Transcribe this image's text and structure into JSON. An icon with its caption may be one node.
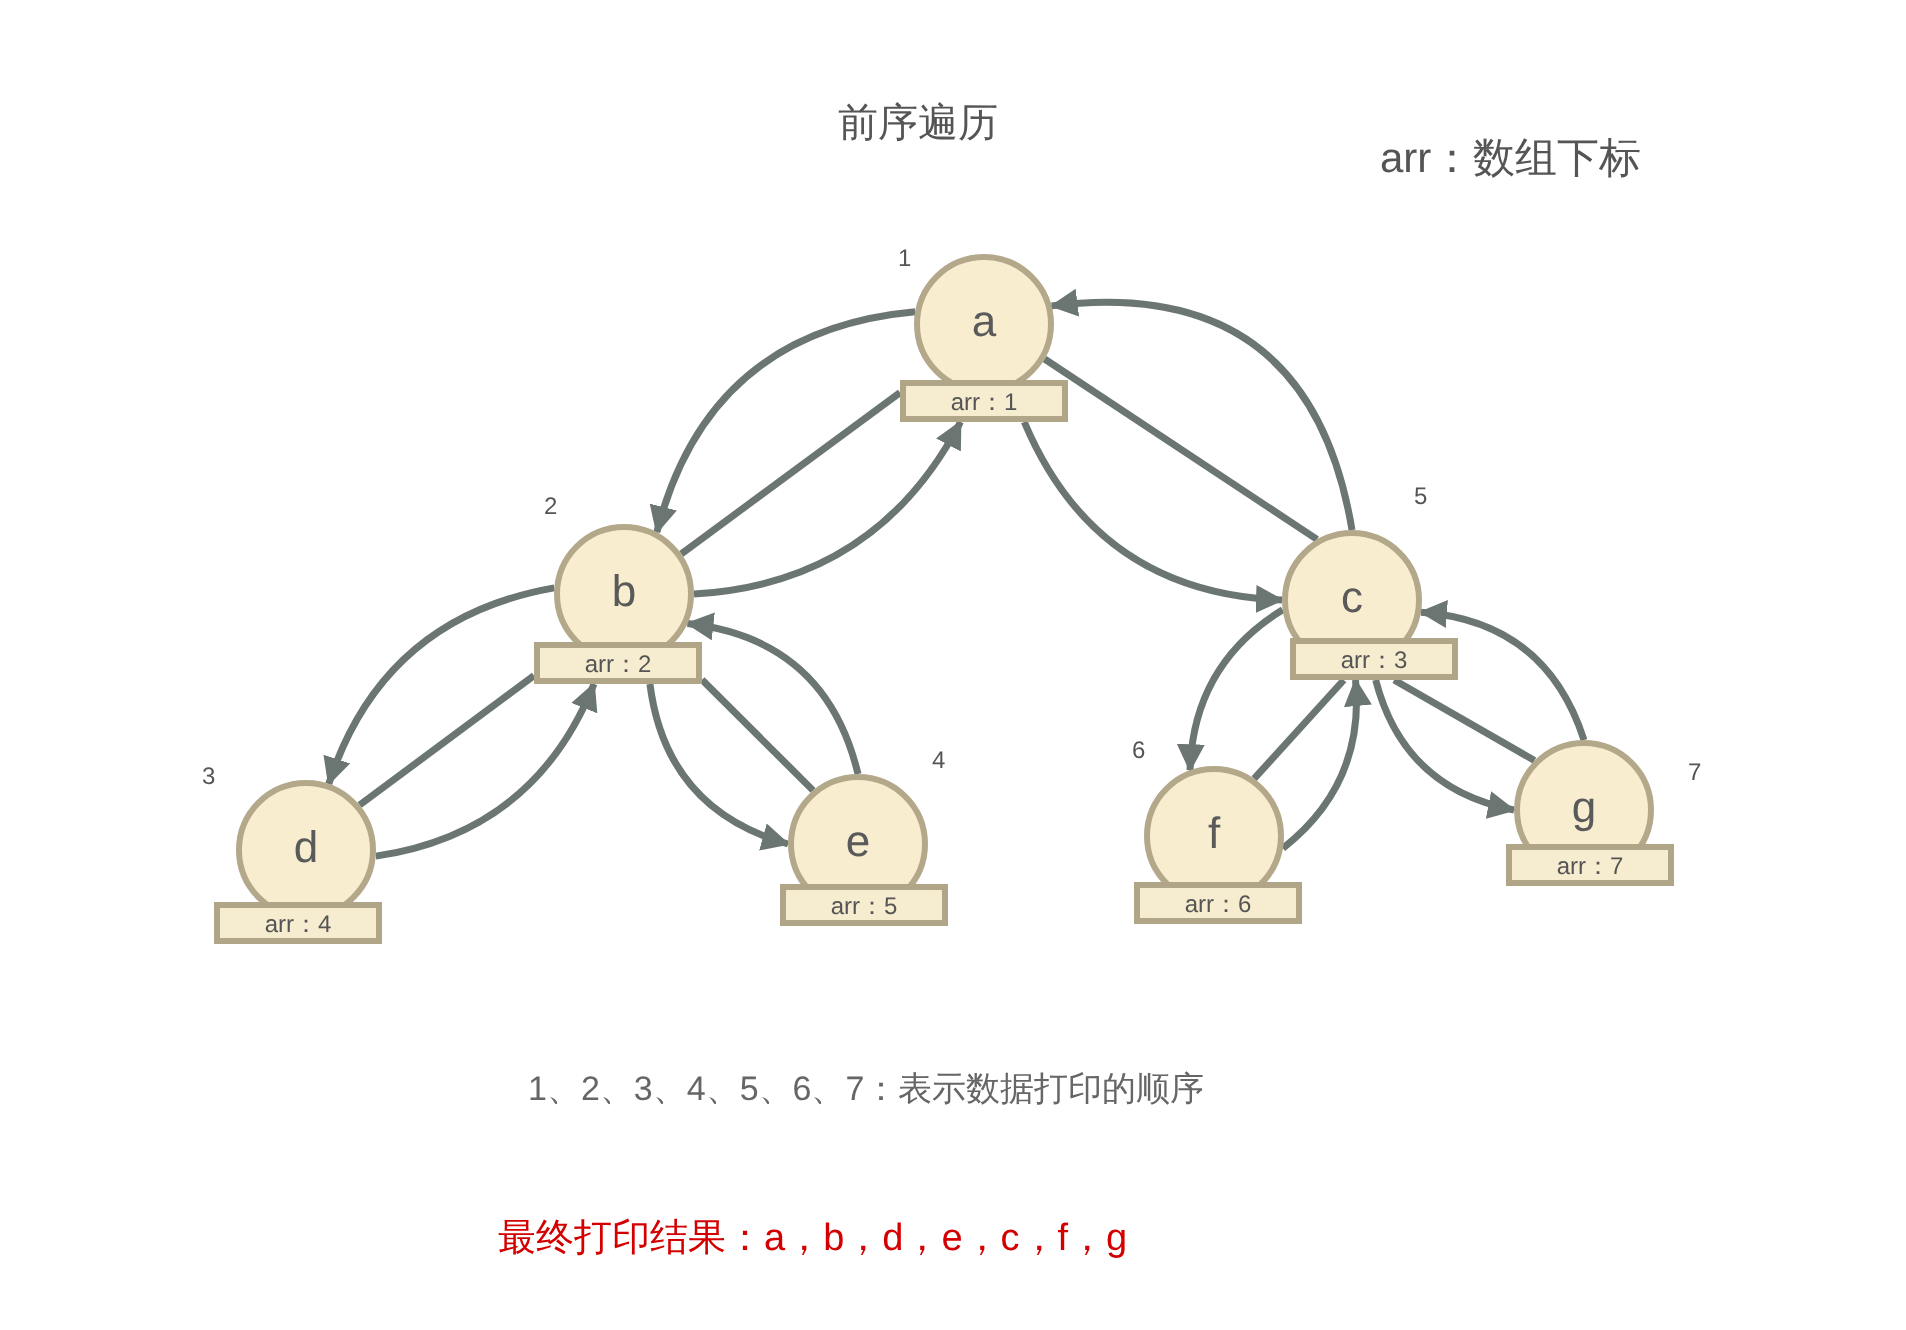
{
  "diagram": {
    "title": "前序遍历",
    "nodes": [
      {
        "text": [
          "a",
          "arr：1"
        ],
        "beside": [
          "1"
        ]
      },
      {
        "text": [
          "b",
          "arr：2"
        ],
        "beside": [
          "2"
        ]
      },
      {
        "text": [
          "c",
          "arr：3"
        ],
        "beside": [
          "5"
        ]
      },
      {
        "text": [
          "d",
          "arr：4"
        ],
        "beside": [
          "3"
        ]
      },
      {
        "text": [
          "e",
          "arr：5"
        ],
        "beside": [
          "4"
        ]
      },
      {
        "text": [
          "f",
          "arr：6"
        ],
        "beside": [
          "6"
        ]
      },
      {
        "text": [
          "g",
          "arr：7"
        ],
        "beside": [
          "7"
        ]
      }
    ],
    "edges": [
      {
        "from": 0,
        "to": 1,
        "arrow": "to"
      },
      {
        "from": 0,
        "to": 1,
        "arrow": "none"
      },
      {
        "from": 1,
        "to": 0,
        "arrow": "to"
      },
      {
        "from": 1,
        "to": 3,
        "arrow": "to"
      },
      {
        "from": 1,
        "to": 3,
        "arrow": "none"
      },
      {
        "from": 3,
        "to": 1,
        "arrow": "to"
      },
      {
        "from": 1,
        "to": 4,
        "arrow": "to"
      },
      {
        "from": 1,
        "to": 4,
        "arrow": "none"
      },
      {
        "from": 4,
        "to": 1,
        "arrow": "to"
      },
      {
        "from": 0,
        "to": 2,
        "arrow": "to"
      },
      {
        "from": 0,
        "to": 2,
        "arrow": "none"
      },
      {
        "from": 2,
        "to": 0,
        "arrow": "to"
      },
      {
        "from": 2,
        "to": 5,
        "arrow": "to"
      },
      {
        "from": 5,
        "to": 2,
        "arrow": "none"
      },
      {
        "from": 5,
        "to": 2,
        "arrow": "to"
      },
      {
        "from": 2,
        "to": 6,
        "arrow": "to"
      },
      {
        "from": 2,
        "to": 6,
        "arrow": "none"
      },
      {
        "from": 6,
        "to": 2,
        "arrow": "to"
      }
    ],
    "labels": [
      "arr：数组下标",
      "1、2、3、4、5、6、7：表示数据打印的顺序",
      "最终打印结果：a，b，d，e，c，f，g"
    ]
  }
}
